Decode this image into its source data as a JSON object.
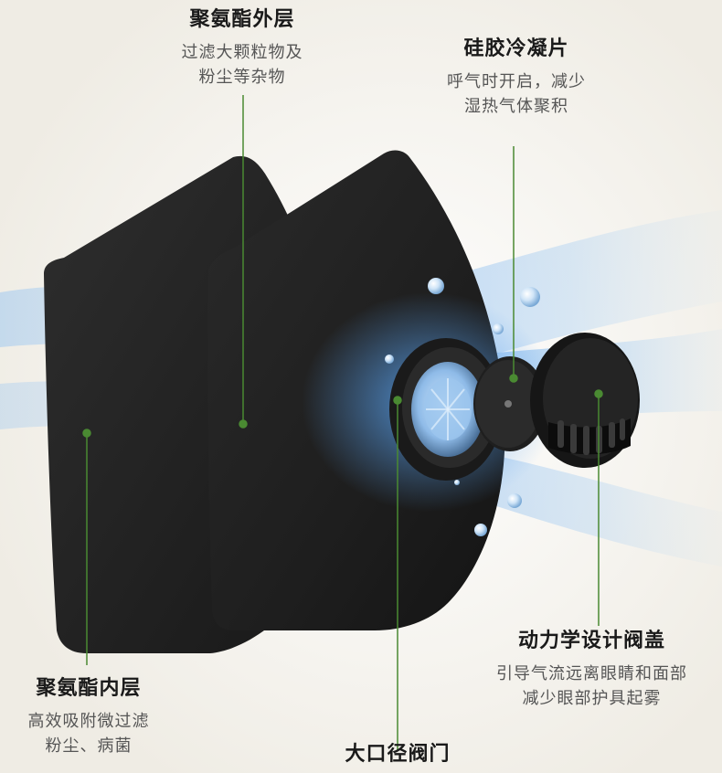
{
  "colors": {
    "background": "#f4f2ec",
    "leader_line": "#4a8a32",
    "foam": "#1c1c1c",
    "airflow": "#7fb6ea"
  },
  "callouts": {
    "outer_layer": {
      "title": "聚氨酯外层",
      "desc": [
        "过滤大颗粒物及",
        "粉尘等杂物"
      ]
    },
    "silicone_sheet": {
      "title": "硅胶冷凝片",
      "desc": [
        "呼气时开启，减少",
        "湿热气体聚积"
      ]
    },
    "valve_cover": {
      "title": "动力学设计阀盖",
      "desc": [
        "引导气流远离眼睛和面部",
        "减少眼部护具起雾"
      ]
    },
    "inner_layer": {
      "title": "聚氨酯内层",
      "desc": [
        "高效吸附微过滤",
        "粉尘、病菌"
      ]
    },
    "large_valve": {
      "title": "大口径阀门"
    }
  }
}
